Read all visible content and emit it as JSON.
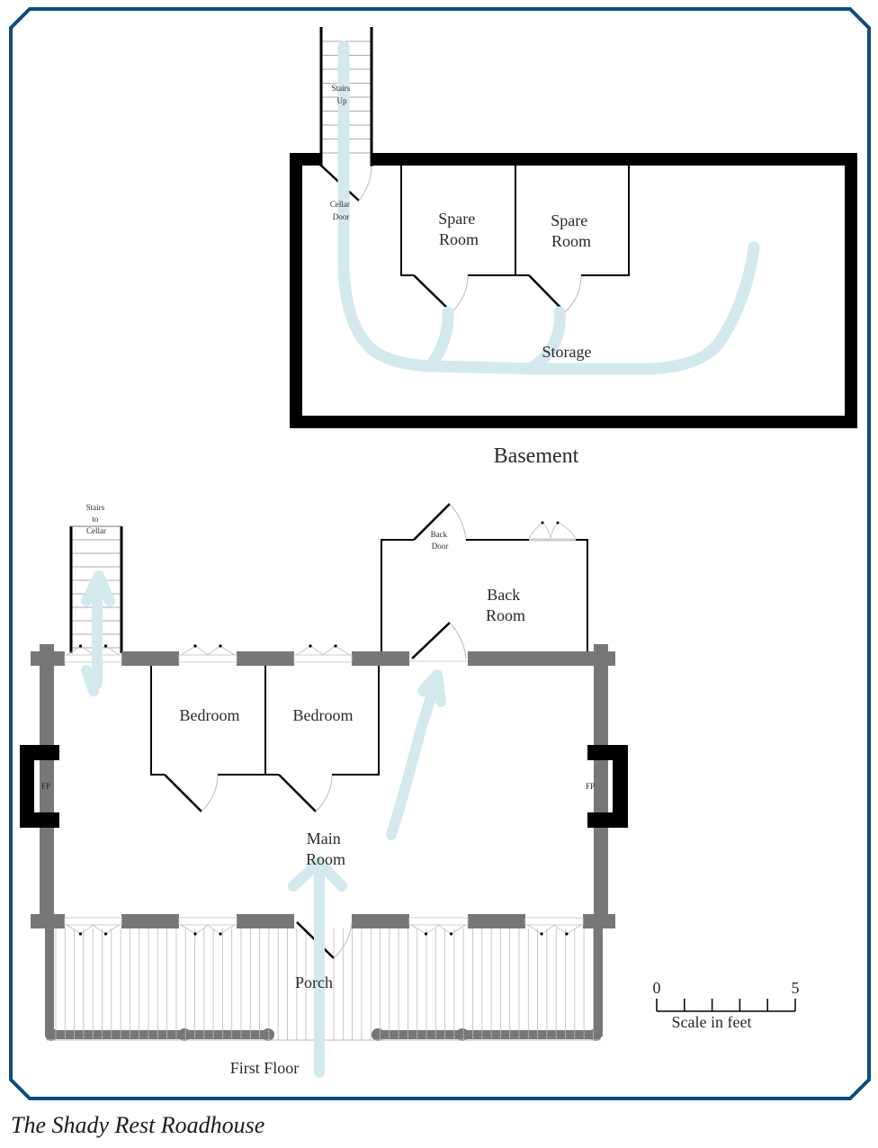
{
  "caption": "The Shady Rest Roadhouse",
  "colors": {
    "frame": "#0e4c7e",
    "wall_basement": "#000000",
    "wall_first_floor": "#777777",
    "path": "#d3e9ee",
    "text": "#2a2a2a"
  },
  "basement": {
    "title": "Basement",
    "stairs_label": [
      "Stairs",
      "Up"
    ],
    "cellar_door_label": [
      "Cellar",
      "Door"
    ],
    "rooms": [
      {
        "name": "spare-room-1",
        "label": [
          "Spare",
          "Room"
        ]
      },
      {
        "name": "spare-room-2",
        "label": [
          "Spare",
          "Room"
        ]
      }
    ],
    "storage_label": "Storage"
  },
  "first_floor": {
    "title": "First Floor",
    "stairs_label": [
      "Stairs",
      "to",
      "Cellar"
    ],
    "back_door_label": [
      "Back",
      "Door"
    ],
    "back_room_label": [
      "Back",
      "Room"
    ],
    "bedrooms": [
      {
        "name": "bedroom-1",
        "label": "Bedroom"
      },
      {
        "name": "bedroom-2",
        "label": "Bedroom"
      }
    ],
    "main_room_label": [
      "Main",
      "Room"
    ],
    "porch_label": "Porch",
    "fireplace_left": "FP",
    "fireplace_right": "FP"
  },
  "scale": {
    "min_label": "0",
    "max_label": "5",
    "caption": "Scale in feet",
    "ticks": 6
  }
}
